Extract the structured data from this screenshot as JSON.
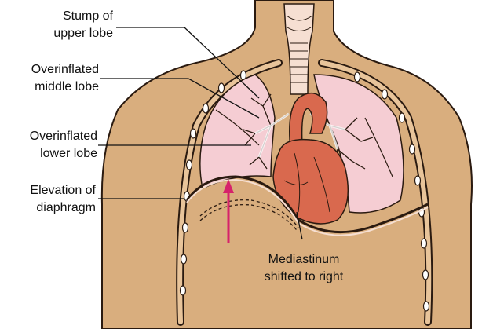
{
  "labels": {
    "stump_upper_lobe": [
      "Stump of",
      "upper lobe"
    ],
    "overinflated_middle_lobe": [
      "Overinflated",
      "middle lobe"
    ],
    "overinflated_lower_lobe": [
      "Overinflated",
      "lower lobe"
    ],
    "elevation_diaphragm": [
      "Elevation of",
      "diaphragm"
    ],
    "mediastinum_shifted": [
      "Mediastinum",
      "shifted to right"
    ]
  },
  "colors": {
    "skin": "#d9ae7e",
    "lung": "#f5cdd3",
    "heart": "#d9694e",
    "trachea": "#f6dfd2",
    "arrow": "#d6226b"
  }
}
